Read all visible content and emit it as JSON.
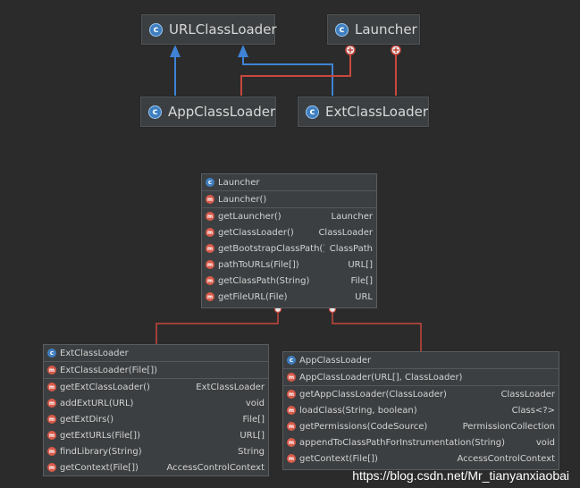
{
  "top": {
    "urlclassloader": "URLClassLoader",
    "launcher": "Launcher",
    "appclassloader": "AppClassLoader",
    "extclassloader": "ExtClassLoader"
  },
  "icons": {
    "class": "class-icon",
    "method": "method-icon"
  },
  "launcher_panel": {
    "title": "Launcher",
    "ctor": "Launcher()",
    "methods": [
      {
        "name": "getLauncher()",
        "ret": "Launcher"
      },
      {
        "name": "getClassLoader()",
        "ret": "ClassLoader"
      },
      {
        "name": "getBootstrapClassPath()",
        "ret": "ClassPath"
      },
      {
        "name": "pathToURLs(File[])",
        "ret": "URL[]"
      },
      {
        "name": "getClassPath(String)",
        "ret": "File[]"
      },
      {
        "name": "getFileURL(File)",
        "ret": "URL"
      }
    ]
  },
  "ext_panel": {
    "title": "ExtClassLoader",
    "ctor": "ExtClassLoader(File[])",
    "methods": [
      {
        "name": "getExtClassLoader()",
        "ret": "ExtClassLoader"
      },
      {
        "name": "addExtURL(URL)",
        "ret": "void"
      },
      {
        "name": "getExtDirs()",
        "ret": "File[]"
      },
      {
        "name": "getExtURLs(File[])",
        "ret": "URL[]"
      },
      {
        "name": "findLibrary(String)",
        "ret": "String"
      },
      {
        "name": "getContext(File[])",
        "ret": "AccessControlContext"
      }
    ]
  },
  "app_panel": {
    "title": "AppClassLoader",
    "ctor": "AppClassLoader(URL[], ClassLoader)",
    "methods": [
      {
        "name": "getAppClassLoader(ClassLoader)",
        "ret": "ClassLoader"
      },
      {
        "name": "loadClass(String, boolean)",
        "ret": "Class<?>"
      },
      {
        "name": "getPermissions(CodeSource)",
        "ret": "PermissionCollection"
      },
      {
        "name": "appendToClassPathForInstrumentation(String)",
        "ret": "void"
      },
      {
        "name": "getContext(File[])",
        "ret": "AccessControlContext"
      }
    ]
  },
  "colors": {
    "inherit": "#3f83d6",
    "inner": "#c8473d",
    "background": "#2b2b2b"
  },
  "watermark": "https://blog.csdn.net/Mr_tianyanxiaobai"
}
